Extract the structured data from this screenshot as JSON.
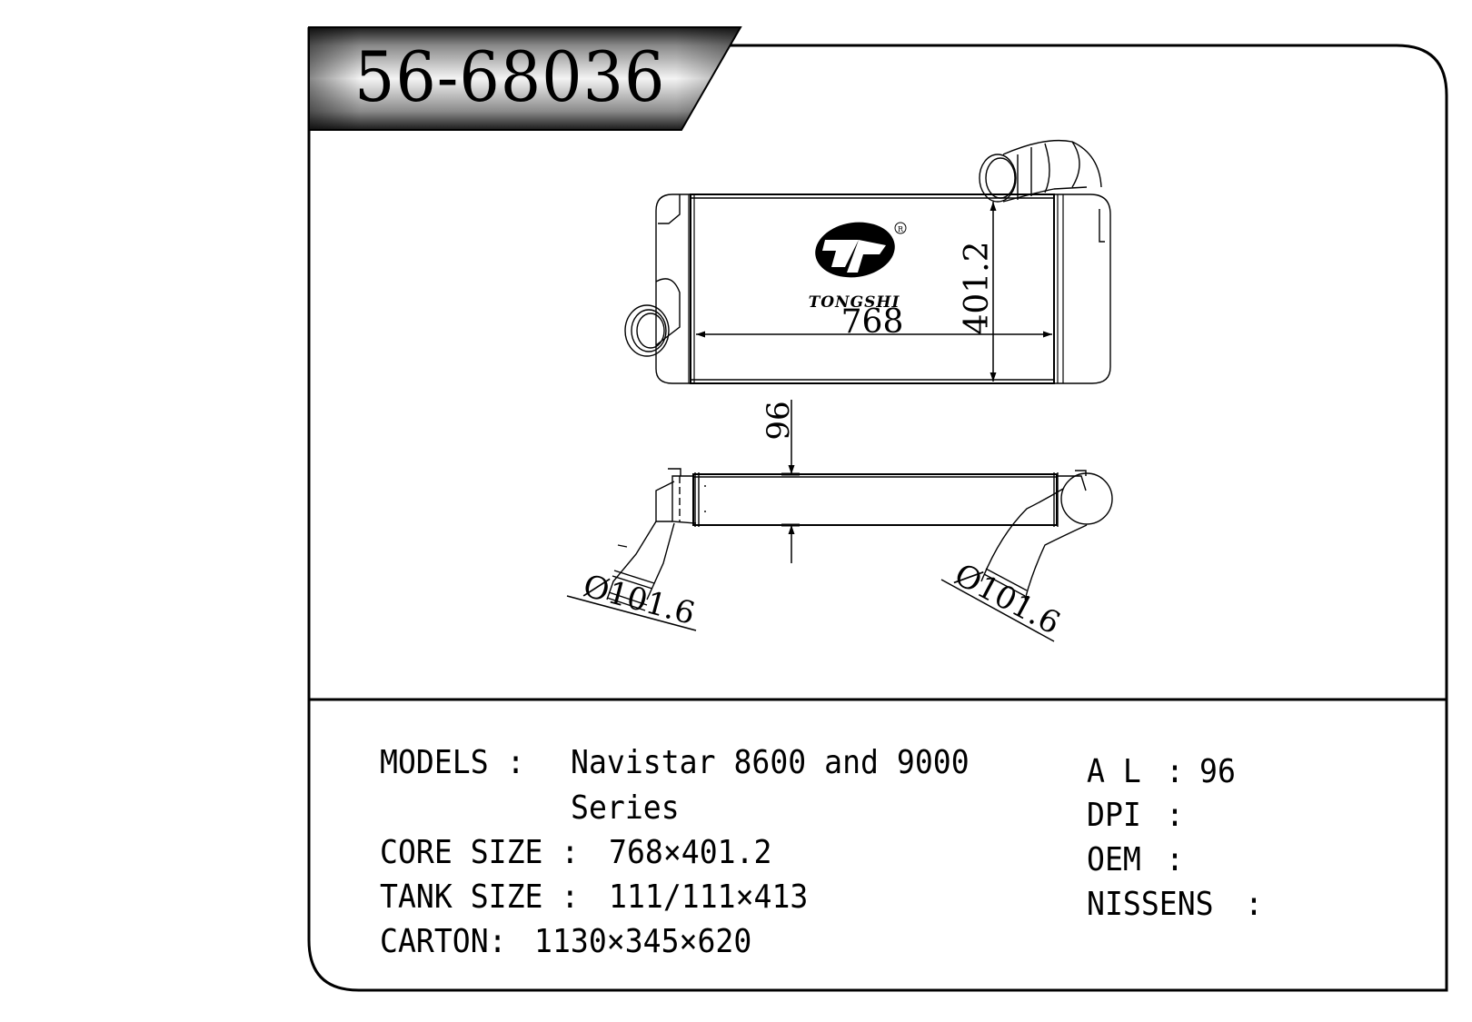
{
  "header": {
    "part_number": "56-68036"
  },
  "drawing": {
    "brand_logo": "TONGSHI",
    "registered_mark": "R",
    "front_view": {
      "width_dimension": "768",
      "height_dimension": "401.2"
    },
    "side_view": {
      "thickness_dimension": "96",
      "left_pipe_diameter": "Ø101.6",
      "right_pipe_diameter": "Ø101.6"
    }
  },
  "specs": {
    "left": [
      {
        "label": "MODELS :",
        "value": "Navistar 8600 and 9000",
        "value_line2": "Series"
      },
      {
        "label": "CORE SIZE :",
        "value": "768×401.2"
      },
      {
        "label": "TANK SIZE :",
        "value": "111/111×413"
      },
      {
        "label": "CARTON:",
        "value": "1130×345×620"
      }
    ],
    "right": [
      {
        "label": "A L",
        "separator": ":",
        "value": "96"
      },
      {
        "label": "DPI",
        "separator": ":",
        "value": ""
      },
      {
        "label": "OEM",
        "separator": ":",
        "value": ""
      },
      {
        "label": "NISSENS",
        "separator": ":",
        "value": ""
      }
    ]
  }
}
